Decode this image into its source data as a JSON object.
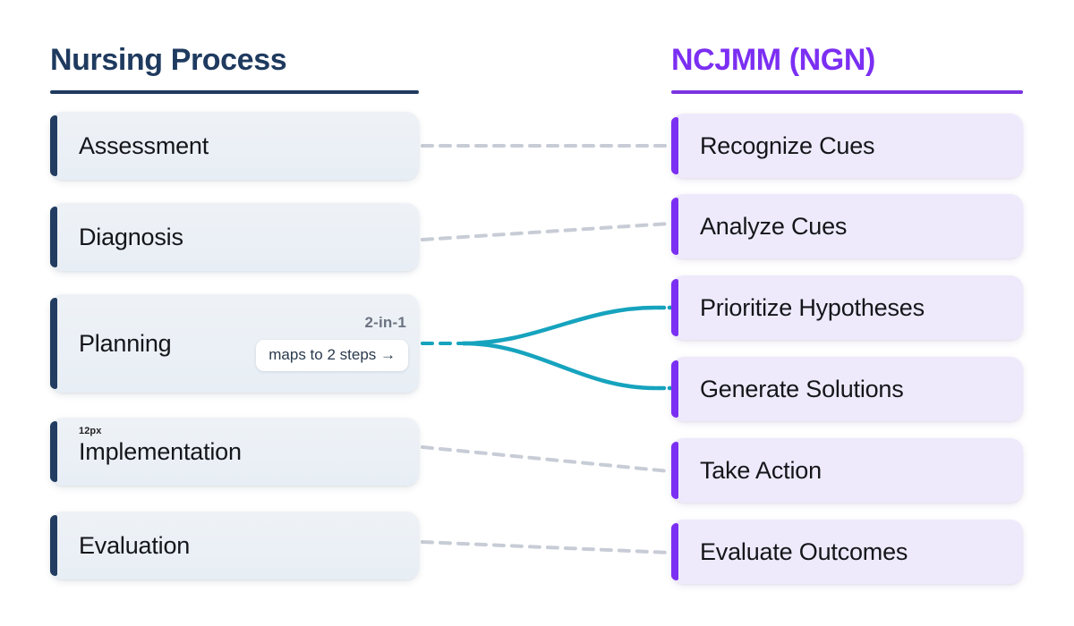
{
  "columns": {
    "left": {
      "heading": "Nursing Process",
      "accent_color": "#223d61",
      "items": [
        {
          "label": "Assessment"
        },
        {
          "label": "Diagnosis"
        },
        {
          "label": "Planning",
          "badge": "2-in-1",
          "pill": "maps to 2 steps →"
        },
        {
          "label": "Implementation",
          "note": "12px"
        },
        {
          "label": "Evaluation"
        }
      ]
    },
    "right": {
      "heading": "NCJMM (NGN)",
      "accent_color": "#7b2ff2",
      "items": [
        {
          "label": "Recognize Cues"
        },
        {
          "label": "Analyze Cues"
        },
        {
          "label": "Prioritize Hypotheses"
        },
        {
          "label": "Generate Solutions"
        },
        {
          "label": "Take Action"
        },
        {
          "label": "Evaluate Outcomes"
        }
      ]
    }
  },
  "connectors": {
    "dashed_color": "#c7ccd6",
    "branch_color": "#0f9cb5",
    "mappings": [
      {
        "from": "Assessment",
        "to": "Recognize Cues",
        "style": "dashed"
      },
      {
        "from": "Diagnosis",
        "to": "Analyze Cues",
        "style": "dashed"
      },
      {
        "from": "Planning",
        "to": "Prioritize Hypotheses",
        "style": "branch"
      },
      {
        "from": "Planning",
        "to": "Generate Solutions",
        "style": "branch"
      },
      {
        "from": "Implementation",
        "to": "Take Action",
        "style": "dashed"
      },
      {
        "from": "Evaluation",
        "to": "Evaluate Outcomes",
        "style": "dashed"
      }
    ]
  }
}
